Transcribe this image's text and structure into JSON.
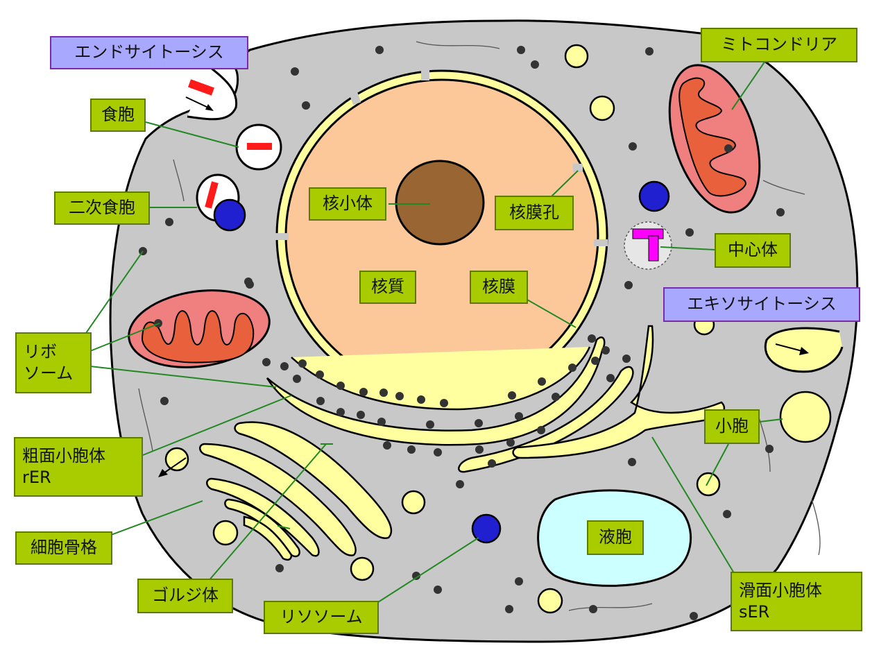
{
  "labels": {
    "endocytosis": "エンドサイトーシス",
    "phagosome": "食胞",
    "secondary_phagosome": "二次食胞",
    "ribosome": "リボ\nソーム",
    "rough_er": "粗面小胞体\nrER",
    "cytoskeleton": "細胞骨格",
    "golgi": "ゴルジ体",
    "lysosome": "リソソーム",
    "nucleolus": "核小体",
    "nucleoplasm": "核質",
    "nuclear_membrane": "核膜",
    "nuclear_pore": "核膜孔",
    "mitochondria": "ミトコンドリア",
    "centrosome": "中心体",
    "exocytosis": "エキソサイトーシス",
    "vesicle": "小胞",
    "vacuole": "液胞",
    "smooth_er": "滑面小胞体\nsER"
  },
  "colors": {
    "label_fill": "#a8cc00",
    "label_border": "#5e7a00",
    "process_fill": "#a8a8ff",
    "process_border": "#7a2ab0",
    "cytoplasm": "#c8c8c8",
    "nucleus": "#fcc89a",
    "nucleolus": "#996633",
    "envelope": "#ffffa0",
    "mitochondria_outer": "#f08080",
    "mitochondria_inner": "#e8603c",
    "lysosome": "#2020d0",
    "vacuole": "#ccffff",
    "centriole": "#ff00ff",
    "leader_line": "#228822"
  }
}
